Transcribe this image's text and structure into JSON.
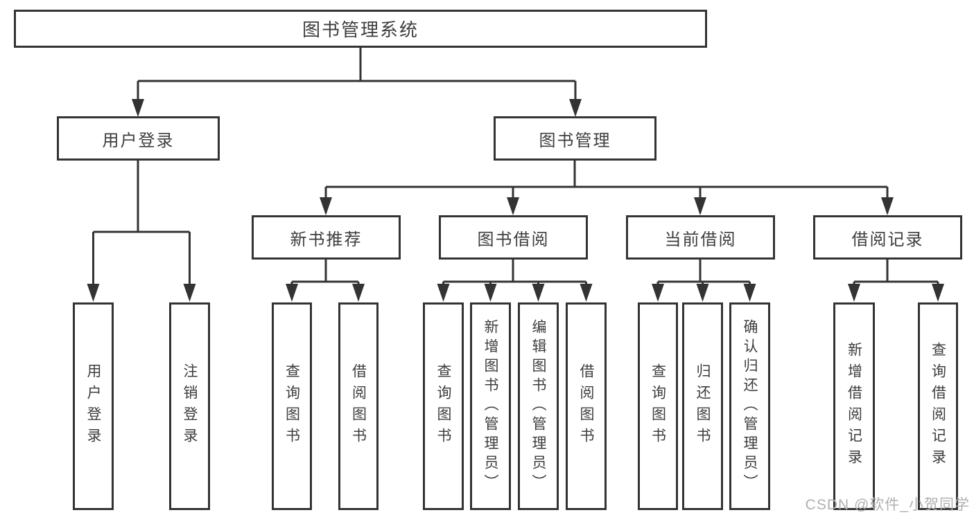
{
  "diagram": {
    "type": "feature-tree",
    "colors": {
      "line": "#333333",
      "box_border": "#333333",
      "text": "#3d3d3d",
      "background": "#ffffff",
      "watermark": "#b0b0b0"
    },
    "tree": {
      "label": "图书管理系统",
      "children": [
        {
          "label": "用户登录",
          "children": [
            {
              "label": "用户登录"
            },
            {
              "label": "注销登录"
            }
          ]
        },
        {
          "label": "图书管理",
          "children": [
            {
              "label": "新书推荐",
              "children": [
                {
                  "label": "查询图书"
                },
                {
                  "label": "借阅图书"
                }
              ]
            },
            {
              "label": "图书借阅",
              "children": [
                {
                  "label": "查询图书"
                },
                {
                  "label": "新增图书（管理员）"
                },
                {
                  "label": "编辑图书（管理员）"
                },
                {
                  "label": "借阅图书"
                }
              ]
            },
            {
              "label": "当前借阅",
              "children": [
                {
                  "label": "查询图书"
                },
                {
                  "label": "归还图书"
                },
                {
                  "label": "确认归还（管理员）"
                }
              ]
            },
            {
              "label": "借阅记录",
              "children": [
                {
                  "label": "新增借阅记录"
                },
                {
                  "label": "查询借阅记录"
                }
              ]
            }
          ]
        }
      ]
    },
    "watermark": "CSDN @软件_小贺同学"
  }
}
